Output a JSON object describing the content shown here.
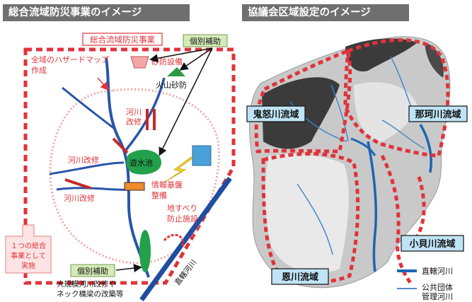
{
  "left_panel": {
    "title": "総合流域防災事業のイメージ",
    "program_label": "総合流域防災事業",
    "subsidy_label": "個別補助",
    "hazard_map": [
      "全域のハザードマップ",
      "作成"
    ],
    "sabo_facility": "砂防設備",
    "volcano_sabo": "火山砂防",
    "river_improvement": [
      "河川",
      "改修"
    ],
    "river_improvement_inline": "河川改修",
    "retention_pond": "遊水池",
    "info_infra": [
      "情報基盤",
      "整備"
    ],
    "landslide": [
      "地すべり",
      "防止施設"
    ],
    "combined_project": [
      "１つの総合",
      "事業として",
      "実施"
    ],
    "bottom_note": [
      "大規模河川改修や",
      "ネック橋梁の改築等"
    ],
    "direct_river": "直轄河川"
  },
  "right_panel": {
    "title": "協議会区域設定のイメージ",
    "basins": [
      "鬼怒川流域",
      "那珂川流域",
      "小貝川流域",
      "恩川流域"
    ],
    "legend": {
      "direct": "直轄河川",
      "public": [
        "公共団体",
        "管理河川"
      ]
    }
  },
  "colors": {
    "accent_red": "#e0333a",
    "river_blue": "#1f4ea0",
    "header_gray": "#6f6f6f",
    "label_fill": "#bfe3f5",
    "subsidy_fill": "#d4ecb8",
    "pond_green": "#22a14a"
  }
}
